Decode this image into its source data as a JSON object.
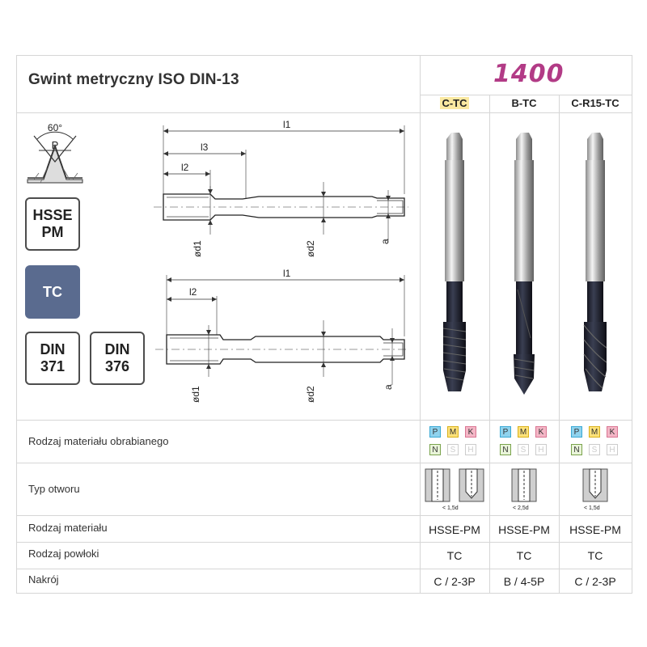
{
  "header": {
    "title": "Gwint metryczny ISO DIN-13",
    "series": "1400",
    "columns": [
      "C-TC",
      "B-TC",
      "C-R15-TC"
    ]
  },
  "badges": {
    "hsse": "HSSE\nPM",
    "tc": "TC",
    "din371": "DIN\n371",
    "din376": "DIN\n376"
  },
  "diagram": {
    "angle": "60°",
    "pitch": "P",
    "top": {
      "l1": "l1",
      "l3": "l3",
      "l2": "l2",
      "d1": "ød1",
      "d2": "ød2",
      "a": "a"
    },
    "bottom": {
      "l1": "l1",
      "l2": "l2",
      "d1": "ød1",
      "d2": "ød2",
      "a": "a"
    }
  },
  "rows": {
    "material_type": {
      "label": "Rodzaj materiału obrabianego",
      "letters": [
        "P",
        "M",
        "K",
        "N",
        "S",
        "H"
      ]
    },
    "hole_type": {
      "label": "Typ otworu",
      "captions": [
        "< 1,5d",
        "< 2,5d",
        "< 1,5d"
      ]
    },
    "material": {
      "label": "Rodzaj materiału",
      "values": [
        "HSSE-PM",
        "HSSE-PM",
        "HSSE-PM"
      ]
    },
    "coating": {
      "label": "Rodzaj powłoki",
      "values": [
        "TC",
        "TC",
        "TC"
      ]
    },
    "chamfer": {
      "label": "Nakrój",
      "values": [
        "C / 2-3P",
        "B / 4-5P",
        "C / 2-3P"
      ]
    }
  },
  "colors": {
    "accent": "#b23b86",
    "tc_badge": "#5a6b8f",
    "highlight": "#fbe9a1"
  }
}
